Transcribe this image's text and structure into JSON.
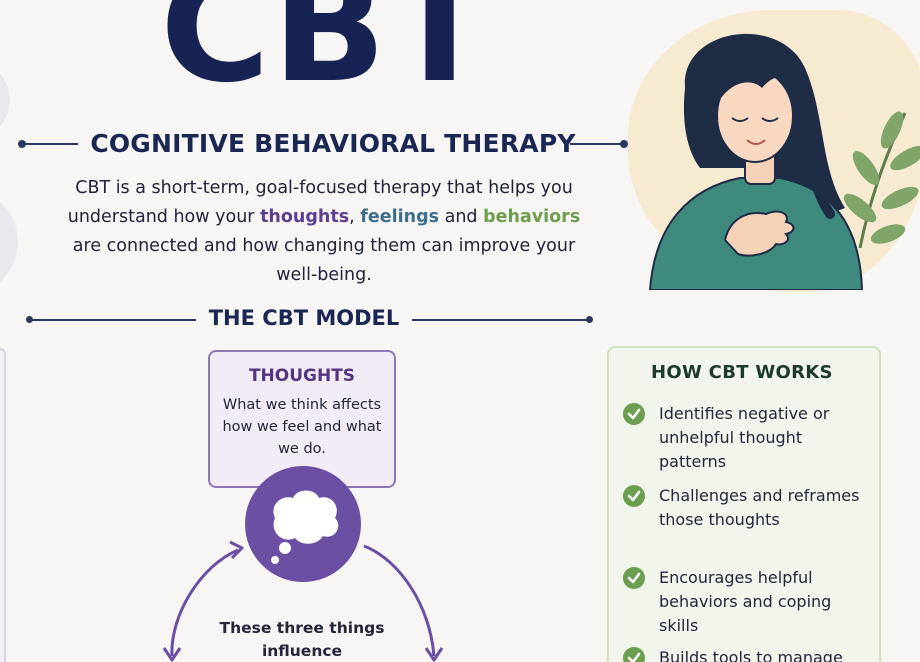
{
  "header": {
    "title": "CBT",
    "subtitle": "COGNITIVE BEHAVIORAL THERAPY"
  },
  "intro": {
    "part1": "CBT is a short-term, goal-focused therapy that helps you understand how your ",
    "thoughts": "thoughts",
    "comma": ", ",
    "feelings": "feelings",
    "and": " and ",
    "behaviors": "behaviors",
    "part2": " are connected and how changing them can improve your well-being."
  },
  "model": {
    "title": "THE CBT MODEL",
    "thoughts_title": "THOUGHTS",
    "thoughts_desc": "What we think affects how we feel and what we do.",
    "center_text": "These three things influence"
  },
  "how_works": {
    "title": "HOW CBT WORKS",
    "items": [
      {
        "label": "Identifies negative or unhelpful thought patterns"
      },
      {
        "label": "Challenges and reframes those thoughts"
      },
      {
        "label": "Encourages helpful behaviors and coping skills"
      },
      {
        "label": "Builds tools to manage"
      }
    ]
  },
  "colors": {
    "navy": "#172453",
    "purple": "#6a4fa3",
    "teal_blue": "#3c6f8e",
    "green": "#6d9e4f",
    "background": "#f8f6f4"
  },
  "icons": [
    "thought-bubble-icon",
    "check-icon",
    "arrow-icon",
    "woman-illustration",
    "leaf-icon"
  ]
}
